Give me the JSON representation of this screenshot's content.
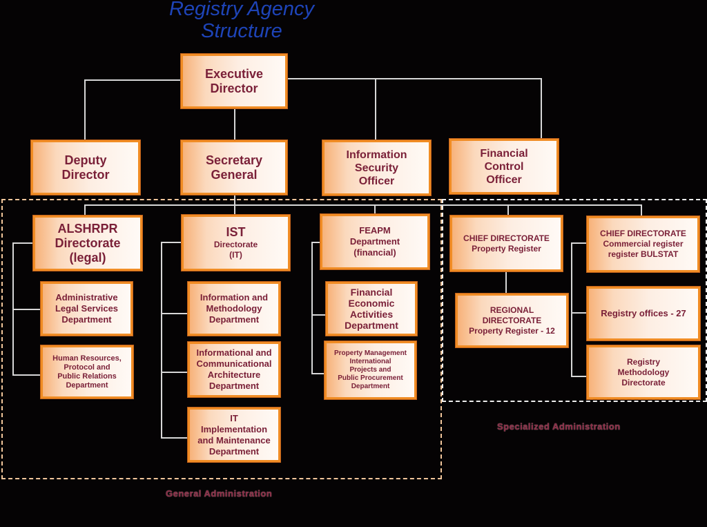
{
  "title": {
    "line1": "Registry Agency",
    "line2": "Structure"
  },
  "colors": {
    "background": "#050304",
    "title": "#1e44b8",
    "box_border": "#f08c24",
    "box_text": "#7a2038",
    "connector": "#d8d8d8"
  },
  "nodes": {
    "executive_director": [
      "Executive",
      "Director"
    ],
    "deputy_director": [
      "Deputy",
      "Director"
    ],
    "secretary_general": [
      "Secretary",
      "General"
    ],
    "info_security_officer": [
      "Information",
      "Security",
      "Officer"
    ],
    "financial_control_officer": [
      "Financial",
      "Control",
      "Officer"
    ],
    "alshrpr": [
      "ALSHRPR",
      "Directorate",
      "(legal)"
    ],
    "admin_legal": [
      "Administrative",
      "Legal Services",
      "Department"
    ],
    "human_resources": [
      "Human Resources,",
      "Protocol and",
      "Public Relations",
      "Department"
    ],
    "ist": [
      "IST",
      "Directorate",
      "(IT)"
    ],
    "info_methodology": [
      "Information and",
      "Methodology",
      "Department"
    ],
    "info_comm_arch": [
      "Informational and",
      "Communicational",
      "Architecture",
      "Department"
    ],
    "it_impl": [
      "IT",
      "Implementation",
      "and Maintenance",
      "Department"
    ],
    "feapm": [
      "FEAPM",
      "Department",
      "(financial)"
    ],
    "fin_econ": [
      "Financial",
      "Economic",
      "Activities",
      "Department"
    ],
    "property_mgmt": [
      "Property Management",
      "International",
      "Projects and",
      "Public Procurement",
      "Department"
    ],
    "chief_property": [
      "CHIEF DIRECTORATE",
      "Property Register"
    ],
    "regional_dir": [
      "REGIONAL",
      "DIRECTORATE",
      "Property Register - 12"
    ],
    "chief_commercial": [
      "CHIEF DIRECTORATE",
      "Commercial register",
      "register BULSTAT"
    ],
    "registry_offices": [
      "Registry offices - 27"
    ],
    "registry_methodology": [
      "Registry",
      "Methodology",
      "Directorate"
    ]
  },
  "regions": {
    "general": "General Administration",
    "specialized": "Specialized Administration"
  }
}
